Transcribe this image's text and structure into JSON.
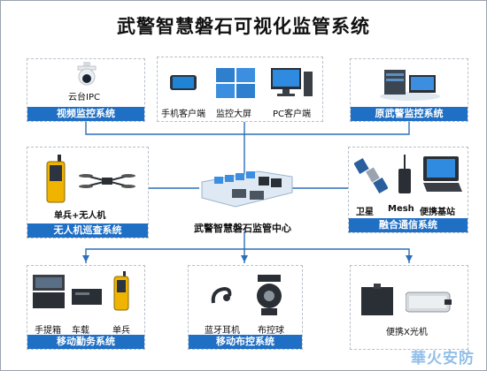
{
  "title": "武警智慧磐石可视化监管系统",
  "center": {
    "label": "武警智慧磐石监管中心"
  },
  "boxes": {
    "video": {
      "bar": "视频监控系统",
      "items": [
        "云台IPC"
      ]
    },
    "client": {
      "items": [
        "手机客户端",
        "监控大屏",
        "PC客户端"
      ]
    },
    "legacy": {
      "bar": "原武警监控系统"
    },
    "uav": {
      "bar": "无人机巡查系统",
      "items": [
        "单兵+无人机"
      ]
    },
    "comm": {
      "bar": "融合通信系统",
      "items": [
        "卫星",
        "Mesh",
        "便携基站"
      ]
    },
    "mobile": {
      "bar": "移动勤务系统",
      "items": [
        "手提箱",
        "车载",
        "单兵"
      ]
    },
    "deploy": {
      "bar": "移动布控系统",
      "items": [
        "蓝牙耳机",
        "布控球"
      ]
    },
    "xray": {
      "items": [
        "便携X光机"
      ]
    }
  },
  "watermark": "華火安防",
  "colors": {
    "accent": "#1f6fc5",
    "line": "#2b6fb8"
  }
}
